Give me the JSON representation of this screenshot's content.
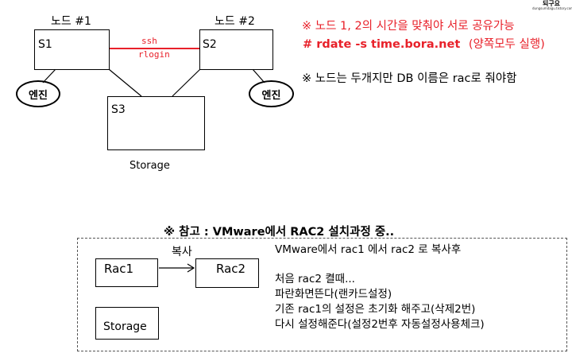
{
  "diagram": {
    "node1_label": "노드 #1",
    "node2_label": "노드 #2",
    "s1": "S1",
    "s2": "S2",
    "s3": "S3",
    "ssh": "ssh",
    "rlogin": "rlogin",
    "engine_left": "엔진",
    "engine_right": "엔진",
    "storage_caption": "Storage"
  },
  "notes": {
    "line1": "※  노드 1, 2의 시간을 맞춰야 서로 공유가능",
    "line2_cmd": "# rdate -s time.bora.net",
    "line2_tail": "(양쪽모두 실행)",
    "line3": "※  노드는 두개지만 DB 이름은 rac로 줘야함"
  },
  "logo": {
    "text1": "되구요",
    "text2": "dungsumdagu.tistory.com"
  },
  "reference": {
    "title": "※  참고 :  VMware에서 RAC2 설치과정 중..",
    "copy_label": "복사",
    "rac1": "Rac1",
    "rac2": "Rac2",
    "storage": "Storage",
    "desc1": "VMware에서 rac1 에서 rac2 로 복사후",
    "desc2": "처음 rac2 켤때...",
    "desc3": "파란화면뜬다(랜카드설정)",
    "desc4": "기존 rac1의 설정은 초기화 해주고(삭제2번)",
    "desc5": "다시 설정해준다(설정2번후 자동설정사용체크)"
  },
  "colors": {
    "link_line": "#e8212a",
    "note_red": "#e8212a",
    "border": "#000000"
  }
}
